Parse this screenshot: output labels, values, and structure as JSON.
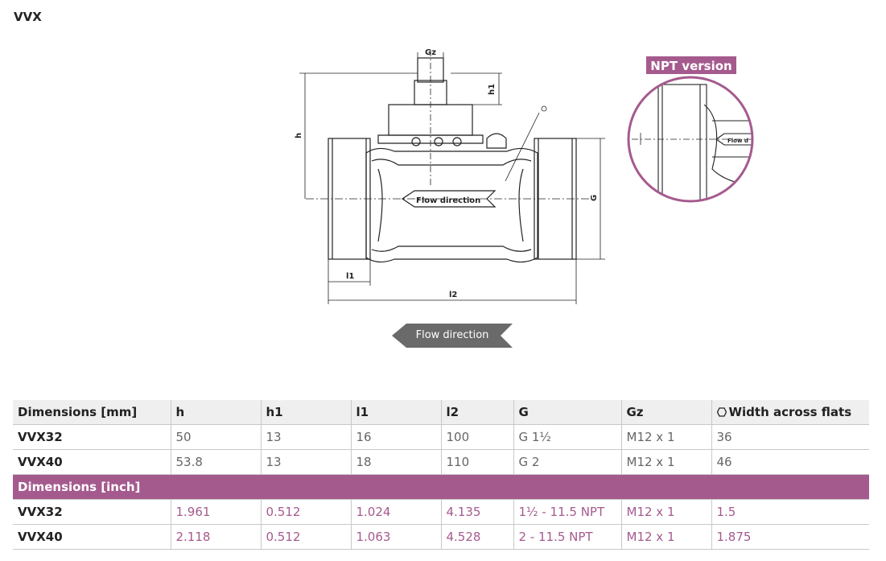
{
  "title": "VVX",
  "drawing": {
    "dim_labels": {
      "gz": "Gz",
      "h1": "h1",
      "h": "h",
      "g": "G",
      "l1": "l1",
      "l2": "l2",
      "o": "o"
    },
    "body_text": "Flow direction",
    "inset_text": "Flow d",
    "npt_label": "NPT version"
  },
  "flow_badge": "Flow direction",
  "colors": {
    "accent": "#a55a8e",
    "header_bg": "#efefef"
  },
  "table": {
    "headers": [
      "Dimensions [mm]",
      "h",
      "h1",
      "l1",
      "l2",
      "G",
      "Gz",
      "Width across flats"
    ],
    "hex_icon": "hexagon-icon",
    "mm_rows": [
      [
        "VVX32",
        "50",
        "13",
        "16",
        "100",
        "G 1½",
        "M12 x 1",
        "36"
      ],
      [
        "VVX40",
        "53.8",
        "13",
        "18",
        "110",
        "G 2",
        "M12 x 1",
        "46"
      ]
    ],
    "inch_header": "Dimensions [inch]",
    "inch_rows": [
      [
        "VVX32",
        "1.961",
        "0.512",
        "1.024",
        "4.135",
        "1½ - 11.5 NPT",
        "M12 x 1",
        "1.5"
      ],
      [
        "VVX40",
        "2.118",
        "0.512",
        "1.063",
        "4.528",
        "2 - 11.5 NPT",
        "M12 x 1",
        "1.875"
      ]
    ]
  }
}
